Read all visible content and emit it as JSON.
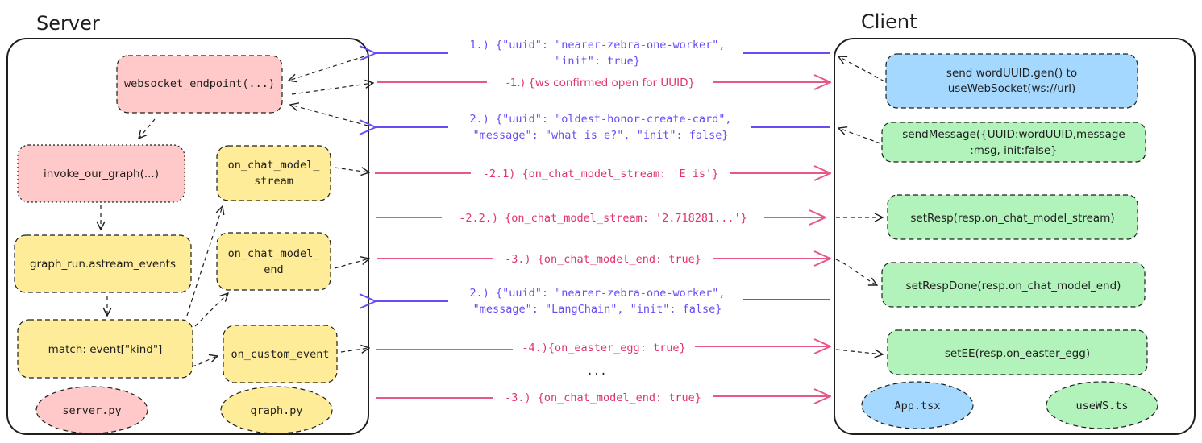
{
  "titles": {
    "server": "Server",
    "client": "Client"
  },
  "server_nodes": {
    "websocket_endpoint": "websocket_endpoint(...)",
    "invoke_graph": "invoke_our_graph(...)",
    "astream_events": "graph_run.astream_events",
    "match_event": "match: event[\"kind\"]",
    "stream_line1": "on_chat_model_",
    "stream_line2": "stream",
    "end_line1": "on_chat_model_",
    "end_line2": "end",
    "custom_event": "on_custom_event",
    "server_file": "server.py",
    "graph_file": "graph.py"
  },
  "client_nodes": {
    "send_uuid_line1": "send wordUUID.gen() to",
    "send_uuid_line2": "useWebSocket(ws://url)",
    "send_message_line1": "sendMessage({UUID:wordUUID,message",
    "send_message_line2": ":msg, init:false}",
    "set_resp": "setResp(resp.on_chat_model_stream)",
    "set_resp_done": "setRespDone(resp.on_chat_model_end)",
    "set_ee": "setEE(resp.on_easter_egg)",
    "app_file": "App.tsx",
    "usews_file": "useWS.ts"
  },
  "messages": {
    "m1_line1": "1.) {\"uuid\": \"nearer-zebra-one-worker\",",
    "m1_line2": "\"init\": true}",
    "r1": "-1.) {ws confirmed open for UUID}",
    "m2_line1": "2.) {\"uuid\": \"oldest-honor-create-card\",",
    "m2_line2": "\"message\": \"what is e?\", \"init\": false}",
    "r21": "-2.1) {on_chat_model_stream: 'E is'}",
    "r22": "-2.2.) {on_chat_model_stream: '2.718281...'}",
    "r3a": "-3.) {on_chat_model_end: true}",
    "m3_line1": "2.) {\"uuid\": \"nearer-zebra-one-worker\",",
    "m3_line2": "\"message\": \"LangChain\", \"init\": false}",
    "r4": "-4.){on_easter_egg: true}",
    "ellipsis": "...",
    "r3b": "-3.) {on_chat_model_end: true}"
  },
  "colors": {
    "red_fill": "#ffc9c9",
    "yellow_fill": "#ffec99",
    "blue_fill": "#a5d8ff",
    "green_fill": "#b2f2bb",
    "purple_arrow": "#6a4cf5",
    "pink_arrow": "#e8578a",
    "stroke": "#1e1e1e"
  }
}
